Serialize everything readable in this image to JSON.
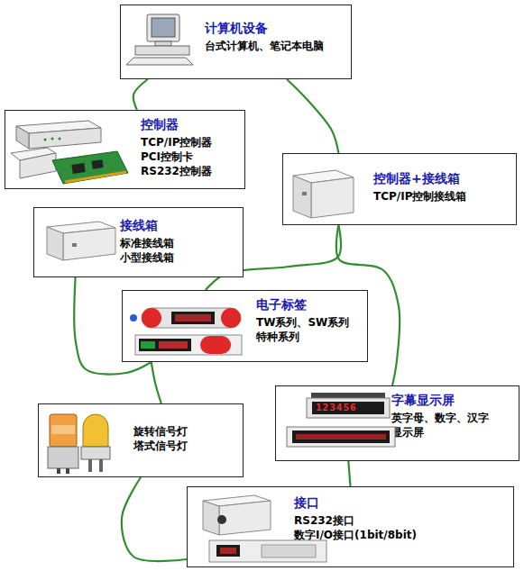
{
  "diagram": {
    "nodes": [
      {
        "text": [
          "计算机设备",
          "台式计算机、笔记本电脑"
        ]
      },
      {
        "text": [
          "控制器",
          "TCP/IP控制器",
          "PCI控制卡",
          "RS232控制器"
        ]
      },
      {
        "text": [
          "控制器+接线箱",
          "TCP/IP控制接线箱"
        ]
      },
      {
        "text": [
          "接线箱",
          "标准接线箱",
          "小型接线箱"
        ]
      },
      {
        "text": [
          "电子标签",
          "TW系列、SW系列",
          "特种系列"
        ]
      },
      {
        "text": [
          "字幕显示屏",
          "英字母、数字、汉字 显示屏"
        ]
      },
      {
        "text": [
          "旋转信号灯",
          "塔式信号灯"
        ]
      },
      {
        "text": [
          "接口",
          "RS232接口",
          "数字I/O接口(1bit/8bit)"
        ]
      }
    ],
    "edges": [
      {
        "from": 0,
        "to": 1,
        "arrow": "none"
      },
      {
        "from": 0,
        "to": 2,
        "arrow": "none"
      },
      {
        "from": 3,
        "to": 4,
        "arrow": "none"
      },
      {
        "from": 4,
        "to": 6,
        "arrow": "none"
      },
      {
        "from": 2,
        "to": 4,
        "arrow": "none"
      },
      {
        "from": 2,
        "to": 5,
        "arrow": "none"
      },
      {
        "from": 5,
        "to": 7,
        "arrow": "none"
      },
      {
        "from": 6,
        "to": 7,
        "arrow": "none"
      }
    ],
    "labels": [
      "123456"
    ]
  }
}
